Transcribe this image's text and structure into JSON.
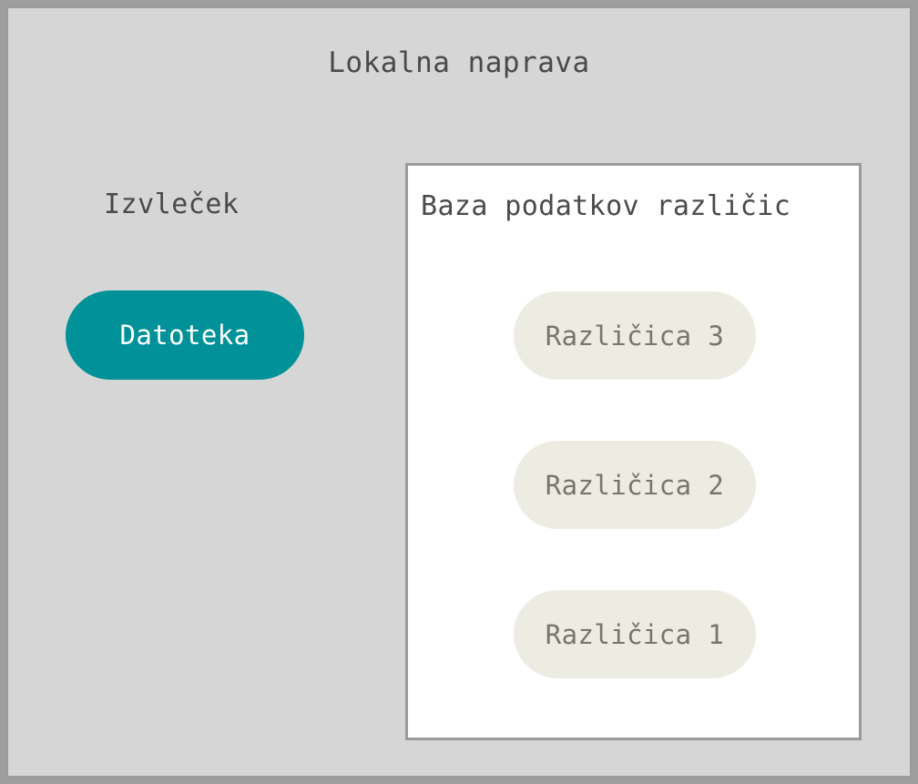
{
  "diagram": {
    "title": "Lokalna naprava",
    "colors": {
      "page_background": "#9e9e9e",
      "container_background": "#d6d6d6",
      "container_border": "#9b9b9b",
      "panel_background": "#ffffff",
      "panel_border": "#9b9b9b",
      "file_node_fill": "#009199",
      "file_node_text": "#ffffff",
      "version_node_fill": "#edece3",
      "version_node_text": "#77756f",
      "edge": "#7f7b74",
      "heading_text": "#4a4a4a"
    },
    "checkout": {
      "label": "Izvleček",
      "file_node": "Datoteka"
    },
    "version_database": {
      "title": "Baza podatkov različic",
      "versions": [
        {
          "label": "Različica 3"
        },
        {
          "label": "Različica 2"
        },
        {
          "label": "Različica 1"
        }
      ]
    },
    "edges": [
      {
        "from": "Datoteka",
        "to": "Različica 3",
        "orientation": "horizontal"
      },
      {
        "from": "Različica 3",
        "to": "Različica 2",
        "orientation": "vertical"
      },
      {
        "from": "Različica 2",
        "to": "Različica 1",
        "orientation": "vertical"
      }
    ]
  }
}
